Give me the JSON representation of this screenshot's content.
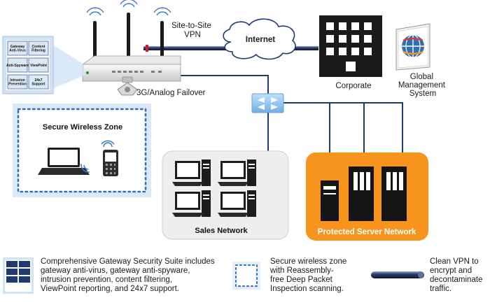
{
  "labels": {
    "site_to_site_vpn": [
      "Site-to-Site",
      "VPN"
    ],
    "internet": "Internet",
    "corporate": "Corporate",
    "global_mgmt": [
      "Global",
      "Management",
      "System"
    ],
    "failover": "3G/Analog Failover",
    "wireless_zone": "Secure Wireless Zone",
    "sales_network": "Sales Network",
    "protected_network": "Protected Server Network"
  },
  "callout_badges": [
    "Gateway Anti-Virus",
    "Content Filtering",
    "Anti-Spyware",
    "ViewPoint",
    "Intrusion Prevention",
    "24x7 Support"
  ],
  "legend": [
    {
      "text": "Comprehensive Gateway Security Suite includes\ngateway anti-virus, gateway anti-spyware,\nintrusion prevention, content filtering,\nViewPoint reporting, and 24x7 support."
    },
    {
      "text": "Secure wireless zone\nwith Reassembly-\nfree Deep Packet\nInspection scanning."
    },
    {
      "text": "Clean VPN to\nencrypt and\ndecontaminate\ntraffic."
    }
  ],
  "colors": {
    "navy": "#1f3a73",
    "orange": "#f7941d",
    "sales_bg": "#eeeeee",
    "wireless_dots": "#2f6fb8",
    "light_blue": "#dbe9f7"
  }
}
